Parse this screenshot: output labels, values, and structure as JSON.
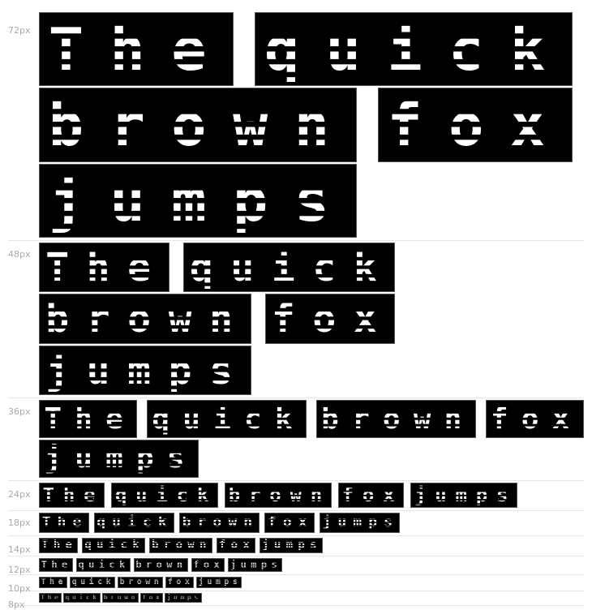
{
  "sample_words": [
    "The",
    "quick",
    "brown",
    "fox",
    "jumps"
  ],
  "rows": [
    {
      "label": "72px",
      "size": 72
    },
    {
      "label": "48px",
      "size": 48
    },
    {
      "label": "36px",
      "size": 36
    },
    {
      "label": "24px",
      "size": 24
    },
    {
      "label": "18px",
      "size": 18
    },
    {
      "label": "14px",
      "size": 14
    },
    {
      "label": "12px",
      "size": 12
    },
    {
      "label": "10px",
      "size": 10
    },
    {
      "label": "8px",
      "size": 8
    }
  ]
}
